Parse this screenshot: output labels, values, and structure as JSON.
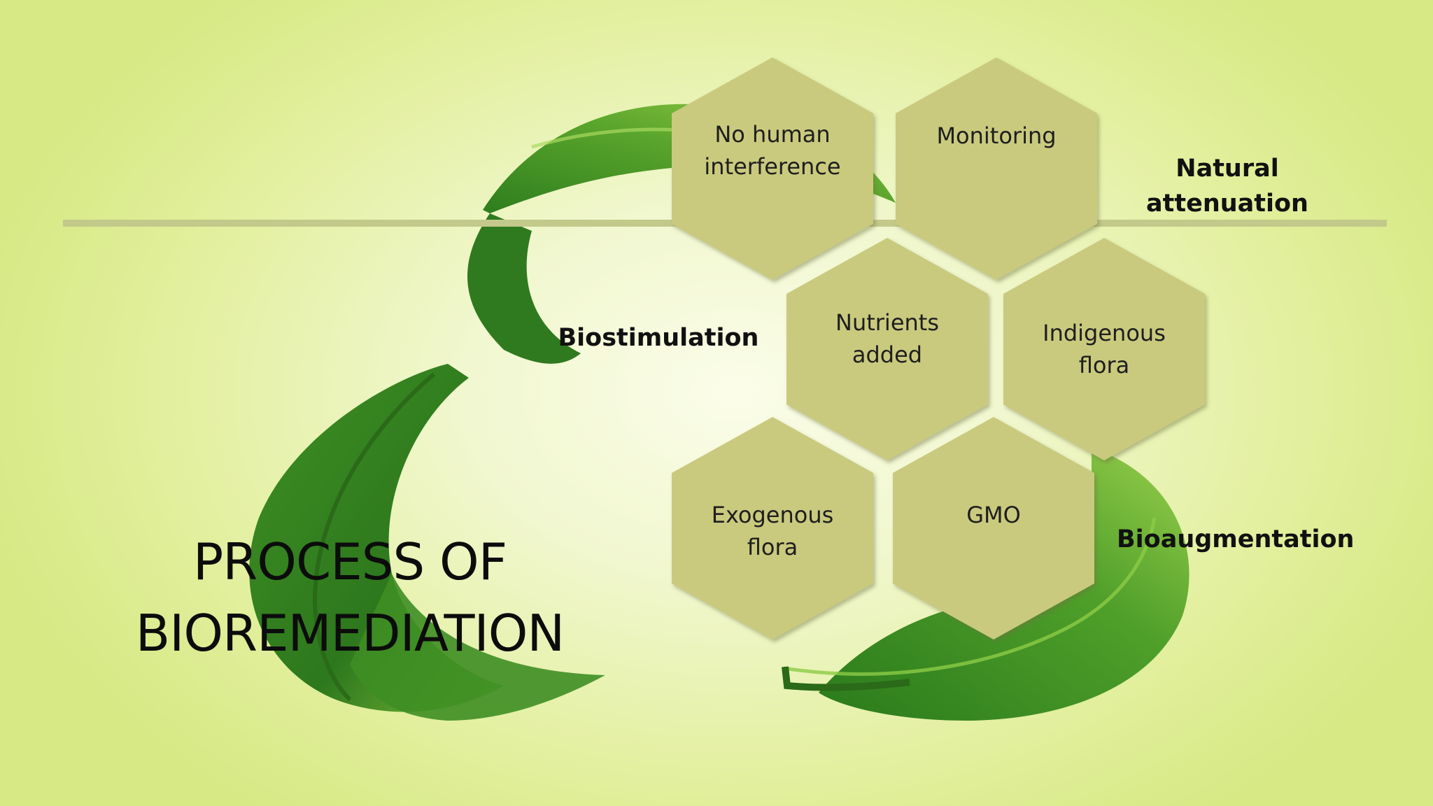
{
  "slide": {
    "title_lines": [
      "PROCESS OF",
      "BIOREMEDIATION"
    ],
    "hexagons": [
      {
        "lines": [
          "No human",
          "interference"
        ]
      },
      {
        "lines": [
          "Monitoring"
        ]
      },
      {
        "lines": [
          "Nutrients",
          "added"
        ]
      },
      {
        "lines": [
          "Indigenous",
          "flora"
        ]
      },
      {
        "lines": [
          "Exogenous",
          "flora"
        ]
      },
      {
        "lines": [
          "GMO"
        ]
      }
    ],
    "labels": {
      "natural_attenuation": [
        "Natural",
        "attenuation"
      ],
      "biostimulation": "Biostimulation",
      "bioaugmentation": "Bioaugmentation"
    }
  },
  "colors": {
    "hexagon_fill": "#c9ca7e",
    "divider_line": "#c3c98a",
    "leaf_dark": "#2f7a1f",
    "leaf_light": "#8cc63f"
  },
  "icons": [
    "leaf-icon",
    "leaf-icon",
    "leaf-icon"
  ]
}
